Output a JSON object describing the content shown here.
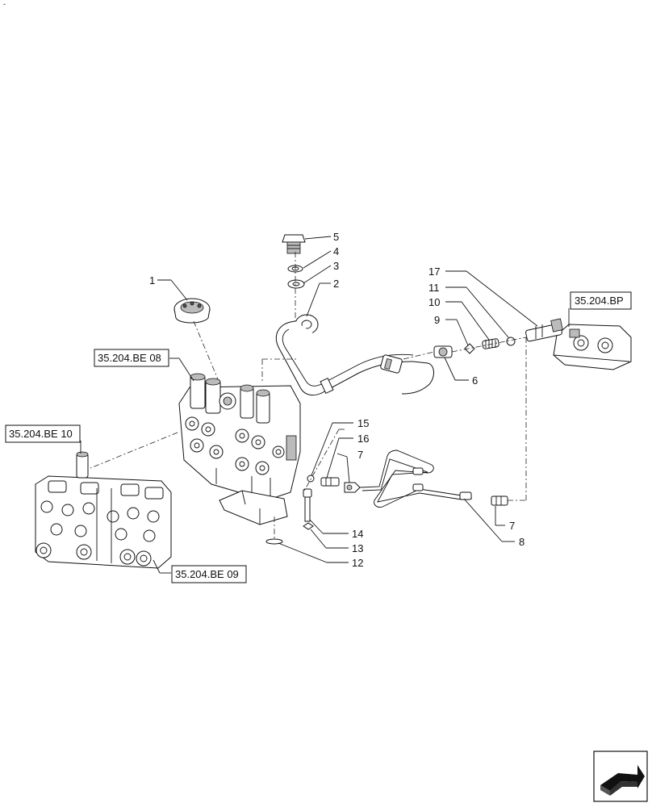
{
  "callouts": [
    {
      "n": "5"
    },
    {
      "n": "4"
    },
    {
      "n": "3"
    },
    {
      "n": "2"
    },
    {
      "n": "1"
    },
    {
      "n": "17"
    },
    {
      "n": "11"
    },
    {
      "n": "10"
    },
    {
      "n": "9"
    },
    {
      "n": "6"
    },
    {
      "n": "15"
    },
    {
      "n": "16"
    },
    {
      "n": "7"
    },
    {
      "n": "14"
    },
    {
      "n": "13"
    },
    {
      "n": "12"
    },
    {
      "n": "7"
    },
    {
      "n": "8"
    }
  ],
  "refs": {
    "be08": "35.204.BE 08",
    "be10": "35.204.BE 10",
    "be09": "35.204.BE 09",
    "bp": "35.204.BP"
  },
  "nav": {
    "icon": "next-page-arrow-icon"
  },
  "corner_mark": "-"
}
